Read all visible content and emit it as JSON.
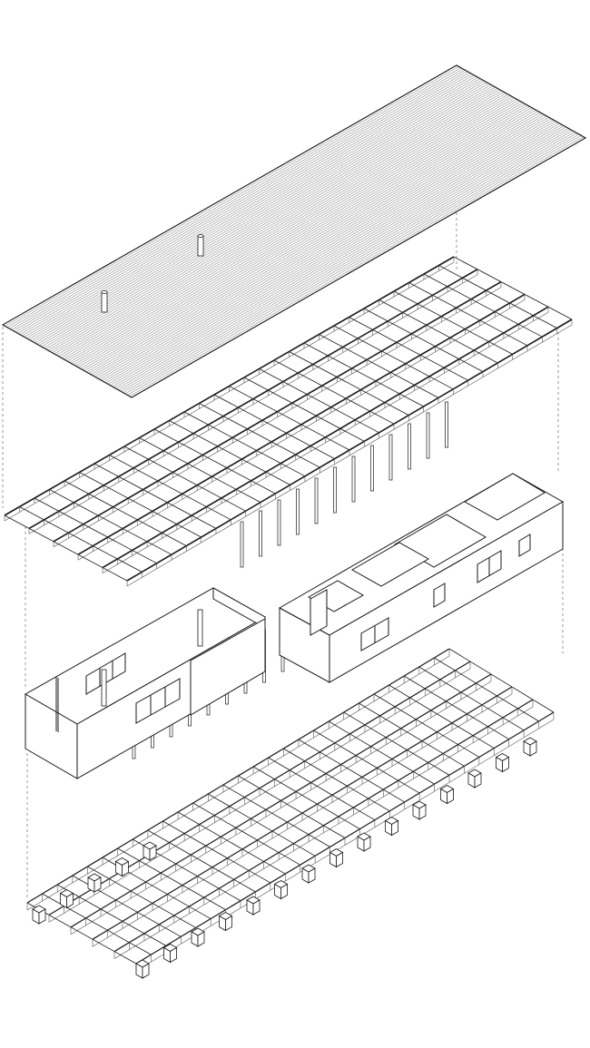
{
  "colors": {
    "background": "#ffffff",
    "line": "#1a1a1a",
    "thin_line": "#555555",
    "guide_line": "#9a9a9a"
  },
  "layers": [
    {
      "id": "roof",
      "icon": "corrugated-roof-sheet"
    },
    {
      "id": "roof-framing",
      "icon": "beam-grid"
    },
    {
      "id": "walls",
      "icon": "wall-modules"
    },
    {
      "id": "floor-framing",
      "icon": "floor-grid"
    },
    {
      "id": "foundation",
      "icon": "pier-footings"
    }
  ]
}
